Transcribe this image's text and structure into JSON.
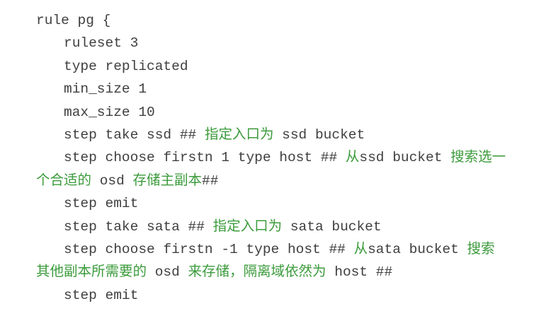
{
  "document": {
    "kind": "code-snippet",
    "language": "ceph-crush-rule"
  },
  "colors": {
    "background": "#ffffff",
    "code_text": "#3f3f3f",
    "comment_text": "#3c9b3c"
  },
  "lines": [
    {
      "indent": 0,
      "segments": [
        {
          "text": "rule pg {",
          "type": "code"
        }
      ]
    },
    {
      "indent": 1,
      "segments": [
        {
          "text": "ruleset 3",
          "type": "code"
        }
      ]
    },
    {
      "indent": 1,
      "segments": [
        {
          "text": "type replicated",
          "type": "code"
        }
      ]
    },
    {
      "indent": 1,
      "segments": [
        {
          "text": "min_size 1",
          "type": "code"
        }
      ]
    },
    {
      "indent": 1,
      "segments": [
        {
          "text": "max_size 10",
          "type": "code"
        }
      ]
    },
    {
      "indent": 1,
      "segments": [
        {
          "text": "step take ssd ## ",
          "type": "code"
        },
        {
          "text": "指定入口为",
          "type": "comment"
        },
        {
          "text": " ssd bucket",
          "type": "code"
        }
      ]
    },
    {
      "indent": 1,
      "segments": [
        {
          "text": "step choose firstn 1 type host ## ",
          "type": "code"
        },
        {
          "text": "从",
          "type": "comment"
        },
        {
          "text": "ssd bucket ",
          "type": "code"
        },
        {
          "text": "搜索选一",
          "type": "comment"
        }
      ]
    },
    {
      "indent": 0,
      "segments": [
        {
          "text": "个合适的",
          "type": "comment"
        },
        {
          "text": " osd ",
          "type": "code"
        },
        {
          "text": "存储主副本",
          "type": "comment"
        },
        {
          "text": "##",
          "type": "code"
        }
      ]
    },
    {
      "indent": 1,
      "segments": [
        {
          "text": "step emit",
          "type": "code"
        }
      ]
    },
    {
      "indent": 1,
      "segments": [
        {
          "text": "step take sata ## ",
          "type": "code"
        },
        {
          "text": "指定入口为",
          "type": "comment"
        },
        {
          "text": " sata bucket",
          "type": "code"
        }
      ]
    },
    {
      "indent": 1,
      "segments": [
        {
          "text": "step choose firstn -1 type host ## ",
          "type": "code"
        },
        {
          "text": "从",
          "type": "comment"
        },
        {
          "text": "sata bucket ",
          "type": "code"
        },
        {
          "text": "搜索",
          "type": "comment"
        }
      ]
    },
    {
      "indent": 0,
      "segments": [
        {
          "text": "其他副本所需要的",
          "type": "comment"
        },
        {
          "text": " osd ",
          "type": "code"
        },
        {
          "text": "来存储，隔离域依然为",
          "type": "comment"
        },
        {
          "text": " host ##",
          "type": "code"
        }
      ]
    },
    {
      "indent": 1,
      "segments": [
        {
          "text": "step emit",
          "type": "code"
        }
      ]
    }
  ]
}
